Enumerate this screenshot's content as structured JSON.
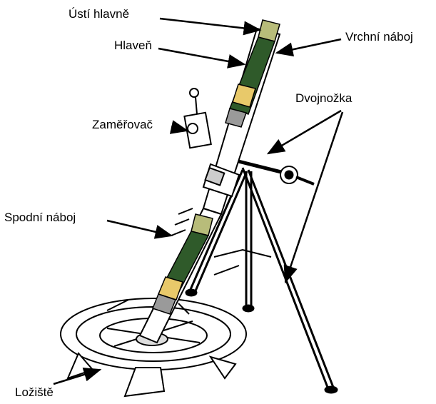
{
  "labels": {
    "muzzle": "Ústí hlavně",
    "barrel": "Hlaveň",
    "sight": "Zaměřovač",
    "upper_round": "Vrchní náboj",
    "bipod": "Dvojnožka",
    "lower_round": "Spodní náboj",
    "baseplate": "Ložiště"
  },
  "colors": {
    "ink": "#000000",
    "shell_green": "#2f5a2a",
    "shell_tip": "#b8bc7a",
    "charge_yellow": "#e8c96a",
    "fuze_grey": "#9a9a9a"
  }
}
